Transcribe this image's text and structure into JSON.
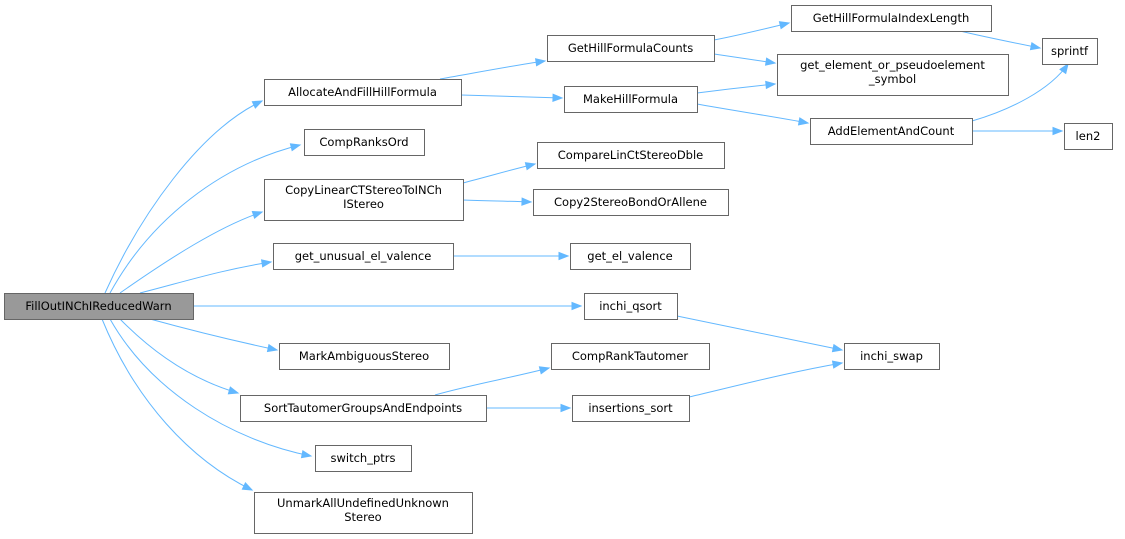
{
  "graph": {
    "nodes": [
      {
        "id": "root",
        "lines": [
          "FillOutINChIReducedWarn"
        ],
        "root": true
      },
      {
        "id": "allocate",
        "lines": [
          "AllocateAndFillHillFormula"
        ]
      },
      {
        "id": "compranksord",
        "lines": [
          "CompRanksOrd"
        ]
      },
      {
        "id": "copylinear",
        "lines": [
          "CopyLinearCTStereoToINCh",
          "IStereo"
        ]
      },
      {
        "id": "unusual",
        "lines": [
          "get_unusual_el_valence"
        ]
      },
      {
        "id": "markamb",
        "lines": [
          "MarkAmbiguousStereo"
        ]
      },
      {
        "id": "sorttaut",
        "lines": [
          "SortTautomerGroupsAndEndpoints"
        ]
      },
      {
        "id": "switchptrs",
        "lines": [
          "switch_ptrs"
        ]
      },
      {
        "id": "unmark",
        "lines": [
          "UnmarkAllUndefinedUnknown",
          "Stereo"
        ]
      },
      {
        "id": "gethillcounts",
        "lines": [
          "GetHillFormulaCounts"
        ]
      },
      {
        "id": "makehill",
        "lines": [
          "MakeHillFormula"
        ]
      },
      {
        "id": "comparelinct",
        "lines": [
          "CompareLinCtStereoDble"
        ]
      },
      {
        "id": "copy2stereo",
        "lines": [
          "Copy2StereoBondOrAllene"
        ]
      },
      {
        "id": "getelval",
        "lines": [
          "get_el_valence"
        ]
      },
      {
        "id": "qsort",
        "lines": [
          "inchi_qsort"
        ]
      },
      {
        "id": "comprankt",
        "lines": [
          "CompRankTautomer"
        ]
      },
      {
        "id": "insertions",
        "lines": [
          "insertions_sort"
        ]
      },
      {
        "id": "gethillidx",
        "lines": [
          "GetHillFormulaIndexLength"
        ]
      },
      {
        "id": "getelement",
        "lines": [
          "get_element_or_pseudoelement",
          "_symbol"
        ]
      },
      {
        "id": "addelement",
        "lines": [
          "AddElementAndCount"
        ]
      },
      {
        "id": "sprintf",
        "lines": [
          "sprintf"
        ]
      },
      {
        "id": "len2",
        "lines": [
          "len2"
        ]
      },
      {
        "id": "swap",
        "lines": [
          "inchi_swap"
        ]
      }
    ],
    "edges": [
      [
        "root",
        "allocate"
      ],
      [
        "root",
        "compranksord"
      ],
      [
        "root",
        "copylinear"
      ],
      [
        "root",
        "unusual"
      ],
      [
        "root",
        "qsort"
      ],
      [
        "root",
        "markamb"
      ],
      [
        "root",
        "sorttaut"
      ],
      [
        "root",
        "switchptrs"
      ],
      [
        "root",
        "unmark"
      ],
      [
        "allocate",
        "gethillcounts"
      ],
      [
        "allocate",
        "makehill"
      ],
      [
        "gethillcounts",
        "gethillidx"
      ],
      [
        "gethillcounts",
        "getelement"
      ],
      [
        "gethillidx",
        "sprintf"
      ],
      [
        "makehill",
        "getelement"
      ],
      [
        "makehill",
        "addelement"
      ],
      [
        "addelement",
        "sprintf"
      ],
      [
        "addelement",
        "len2"
      ],
      [
        "copylinear",
        "comparelinct"
      ],
      [
        "copylinear",
        "copy2stereo"
      ],
      [
        "unusual",
        "getelval"
      ],
      [
        "qsort",
        "swap"
      ],
      [
        "sorttaut",
        "comprankt"
      ],
      [
        "sorttaut",
        "insertions"
      ],
      [
        "insertions",
        "swap"
      ]
    ]
  }
}
